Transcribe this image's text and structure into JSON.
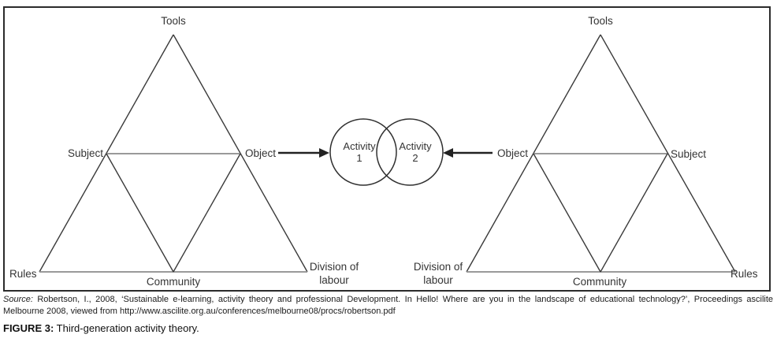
{
  "colors": {
    "line_dark": "#3a3a3a",
    "line_gray": "#8c8c8c",
    "border": "#2b2b2b",
    "text": "#343434",
    "background": "#ffffff"
  },
  "diagram": {
    "left_activity_system": {
      "tools": "Tools",
      "subject": "Subject",
      "object": "Object",
      "rules": "Rules",
      "community": "Community",
      "division_line1": "Division of",
      "division_line2": "labour"
    },
    "right_activity_system": {
      "tools": "Tools",
      "object": "Object",
      "subject": "Subject",
      "division_line1": "Division of",
      "division_line2": "labour",
      "community": "Community",
      "rules": "Rules"
    },
    "shared_object": {
      "activity1_line1": "Activity",
      "activity1_line2": "1",
      "activity2_line1": "Activity",
      "activity2_line2": "2"
    }
  },
  "caption": {
    "source_label": "Source:",
    "source_line1_rest": " Robertson, I., 2008, ‘Sustainable e-learning, activity theory and professional Development. In Hello! Where are you in the landscape of educational technology?’, Proceedings ascilite",
    "source_line2": "Melbourne 2008, viewed from http://www.ascilite.org.au/conferences/melbourne08/procs/robertson.pdf",
    "figure_label": "FIGURE 3:",
    "figure_title": " Third-generation activity theory."
  }
}
